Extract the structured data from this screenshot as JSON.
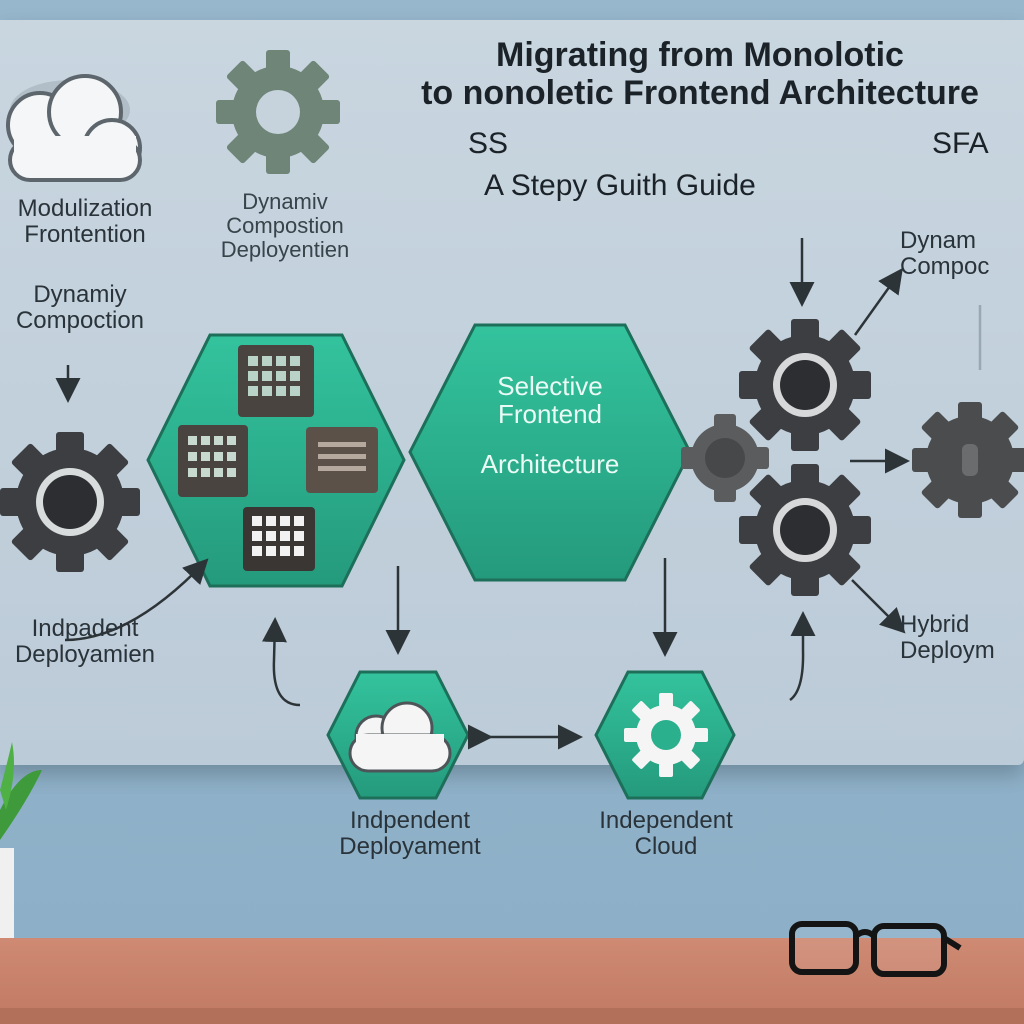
{
  "title": {
    "line1": "Migrating from Monolotic",
    "line2": "to nonoletic Frontend Architecture",
    "left_tag": "SS",
    "right_tag": "SFA",
    "subtitle": "A Stepy Guith Guide"
  },
  "labels": {
    "top_left": [
      "Modulization",
      "Frontention"
    ],
    "left_mid": [
      "Dynamiy",
      "Compoction"
    ],
    "top_center": [
      "Dynamiv",
      "Compostion",
      "Deployentien"
    ],
    "right_top": [
      "Dynam",
      "Compoc"
    ],
    "left_bottom": [
      "Indpadent",
      "Deployamien"
    ],
    "right_bottom": [
      "Hybrid",
      "Deploym"
    ],
    "bottom_center_left": [
      "Indpendent",
      "Deployament"
    ],
    "bottom_center_right": [
      "Independent",
      "Cloud"
    ]
  },
  "hex_center": [
    "Selective",
    "Frontend",
    "Architecture"
  ],
  "colors": {
    "hex_teal": "#2bb08e",
    "gear_dark": "#3f4144",
    "gear_green": "#6f8577",
    "board": "#c9d6e0",
    "desk": "#cf8a74"
  },
  "icons": [
    "cloud-icon",
    "gear-icon",
    "grid-module-icon",
    "document-icon",
    "glasses-icon",
    "plant-icon"
  ]
}
